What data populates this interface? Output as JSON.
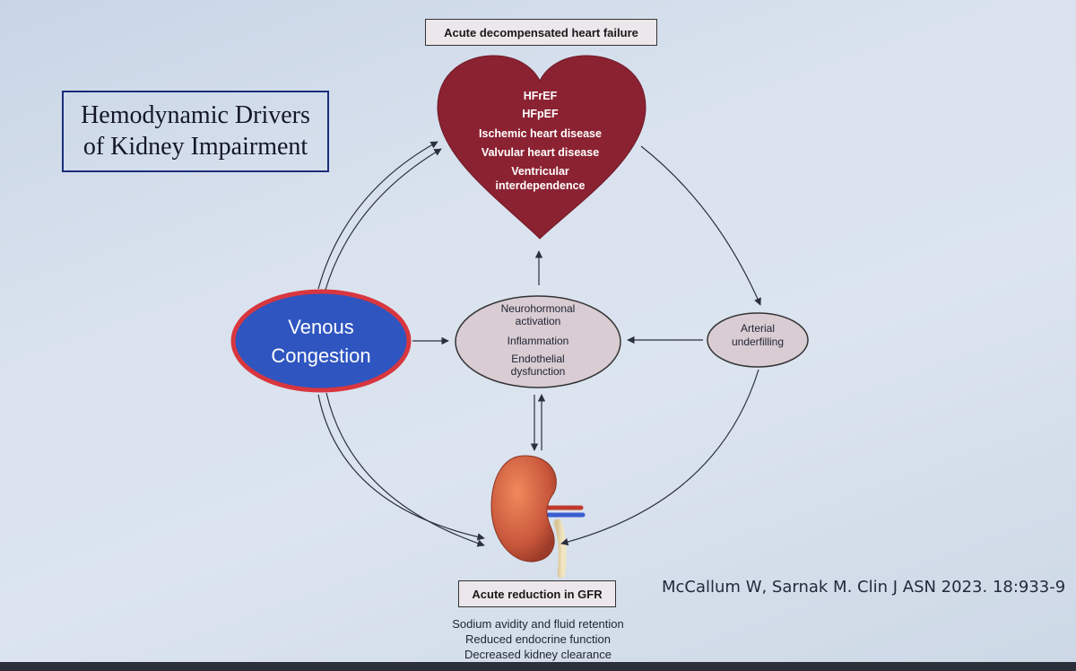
{
  "title": {
    "line1": "Hemodynamic Drivers",
    "line2": "of Kidney Impairment"
  },
  "top_label": "Acute decompensated heart failure",
  "heart": {
    "items": [
      "HFrEF",
      "HFpEF",
      "Ischemic heart disease",
      "Valvular heart disease",
      "Ventricular",
      "interdependence"
    ]
  },
  "center_oval": {
    "items": [
      "Neurohormonal",
      "activation",
      "Inflammation",
      "Endothelial",
      "dysfunction"
    ]
  },
  "right_oval": {
    "line1": "Arterial",
    "line2": "underfilling"
  },
  "venous": {
    "line1": "Venous",
    "line2": "Congestion"
  },
  "bottom_label": "Acute reduction in GFR",
  "gfr_effects": [
    "Sodium avidity and fluid retention",
    "Reduced endocrine function",
    "Decreased kidney clearance"
  ],
  "citation": "McCallum W, Sarnak M. Clin J ASN 2023. 18:933-9",
  "colors": {
    "heart": "#8b2232",
    "venous_fill": "#2f55c0",
    "venous_border": "#d8363f",
    "oval_fill": "#d9ccd3",
    "title_border": "#1b2d7a"
  }
}
